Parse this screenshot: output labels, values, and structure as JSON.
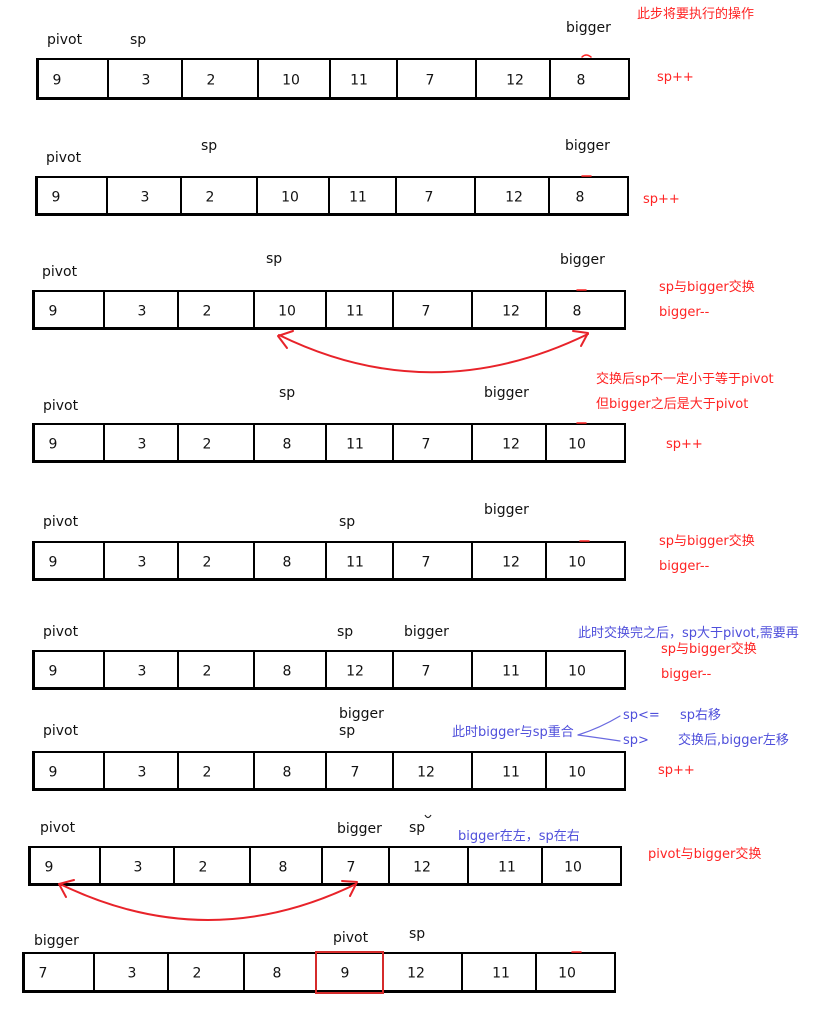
{
  "header_note": "此步将要执行的操作",
  "colors": {
    "action_red": "#ff2424",
    "note_blue": "#4f4fdb",
    "swap_arrow": "#e8232a",
    "highlight_border": "#d52b2b"
  },
  "steps": [
    {
      "pointers": {
        "pivot": "pivot",
        "sp": "sp",
        "bigger": "bigger"
      },
      "cells": [
        9,
        3,
        2,
        10,
        11,
        7,
        12,
        8
      ],
      "actions": [
        "sp++"
      ]
    },
    {
      "pointers": {
        "pivot": "pivot",
        "sp": "sp",
        "bigger": "bigger"
      },
      "cells": [
        9,
        3,
        2,
        10,
        11,
        7,
        12,
        8
      ],
      "actions": [
        "sp++"
      ]
    },
    {
      "pointers": {
        "pivot": "pivot",
        "sp": "sp",
        "bigger": "bigger"
      },
      "cells": [
        9,
        3,
        2,
        10,
        11,
        7,
        12,
        8
      ],
      "actions": [
        "sp与bigger交换",
        "bigger--"
      ]
    },
    {
      "pointers": {
        "pivot": "pivot",
        "sp": "sp",
        "bigger": "bigger"
      },
      "cells": [
        9,
        3,
        2,
        8,
        11,
        7,
        12,
        10
      ],
      "notes": [
        "交换后sp不一定小于等于pivot",
        "但bigger之后是大于pivot"
      ],
      "actions": [
        "sp++"
      ]
    },
    {
      "pointers": {
        "pivot": "pivot",
        "sp": "sp",
        "bigger": "bigger"
      },
      "cells": [
        9,
        3,
        2,
        8,
        11,
        7,
        12,
        10
      ],
      "actions": [
        "sp与bigger交换",
        "bigger--"
      ]
    },
    {
      "pointers": {
        "pivot": "pivot",
        "sp": "sp",
        "bigger": "bigger"
      },
      "cells": [
        9,
        3,
        2,
        8,
        12,
        7,
        11,
        10
      ],
      "notes": [
        "此时交换完之后，sp大于pivot,需要再",
        "交换"
      ],
      "actions": [
        "sp与bigger交换",
        "bigger--"
      ]
    },
    {
      "pointers": {
        "pivot": "pivot",
        "sp": "sp",
        "bigger": "bigger"
      },
      "cells": [
        9,
        3,
        2,
        8,
        7,
        12,
        11,
        10
      ],
      "notes": [
        "此时bigger与sp重合"
      ],
      "cases": [
        {
          "condition": "sp<=",
          "result": "sp右移"
        },
        {
          "condition": "sp>",
          "result": "交换后,bigger左移"
        }
      ],
      "actions": [
        "sp++"
      ]
    },
    {
      "pointers": {
        "pivot": "pivot",
        "sp": "sp",
        "bigger": "bigger"
      },
      "cells": [
        9,
        3,
        2,
        8,
        7,
        12,
        11,
        10
      ],
      "notes": [
        "bigger在左，sp在右"
      ],
      "actions": [
        "pivot与bigger交换"
      ]
    },
    {
      "pointers": {
        "pivot": "pivot",
        "sp": "sp",
        "bigger": "bigger"
      },
      "cells": [
        7,
        3,
        2,
        8,
        9,
        12,
        11,
        10
      ],
      "highlight_index": 4
    }
  ]
}
